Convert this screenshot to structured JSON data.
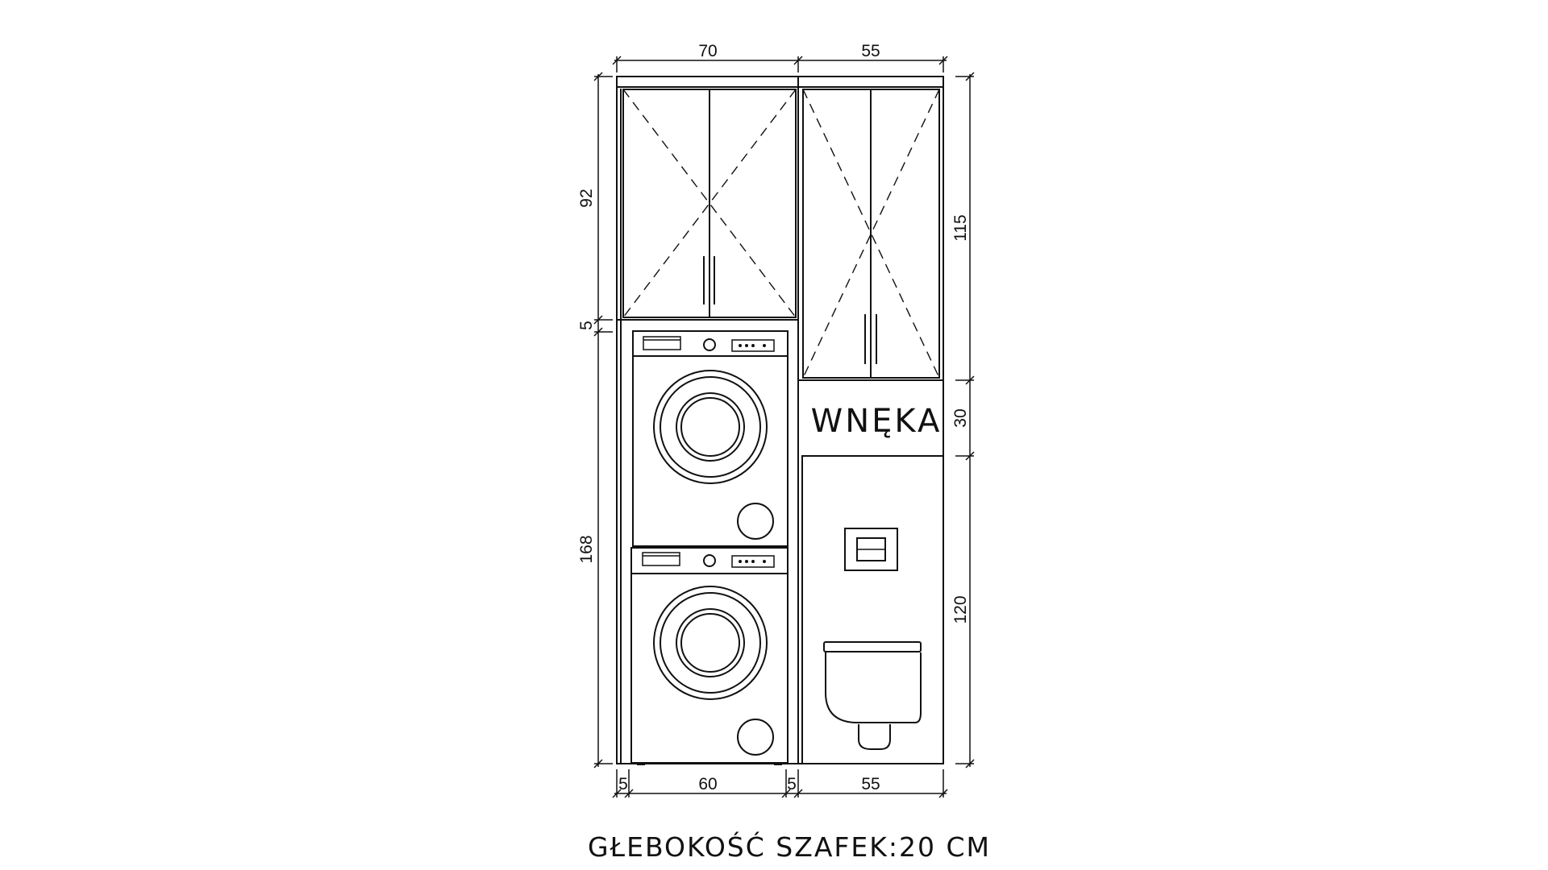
{
  "dimensions": {
    "top_left_width": "70",
    "top_right_width": "55",
    "left_upper_height": "92",
    "left_gap": "5",
    "left_lower_height": "168",
    "right_upper_height": "115",
    "right_middle_height": "30",
    "right_lower_height": "120",
    "bottom_side_left": "5",
    "bottom_machine_width": "60",
    "bottom_side_right": "5",
    "bottom_right_width": "55"
  },
  "niche_label": "WNĘKA",
  "caption": "GŁEBOKOŚĆ SZAFEK:20 CM",
  "colors": {
    "line": "#111111",
    "background": "#ffffff"
  },
  "icons": [
    "cabinet-door",
    "washing-machine",
    "dryer",
    "flush-plate",
    "wall-hung-toilet"
  ]
}
